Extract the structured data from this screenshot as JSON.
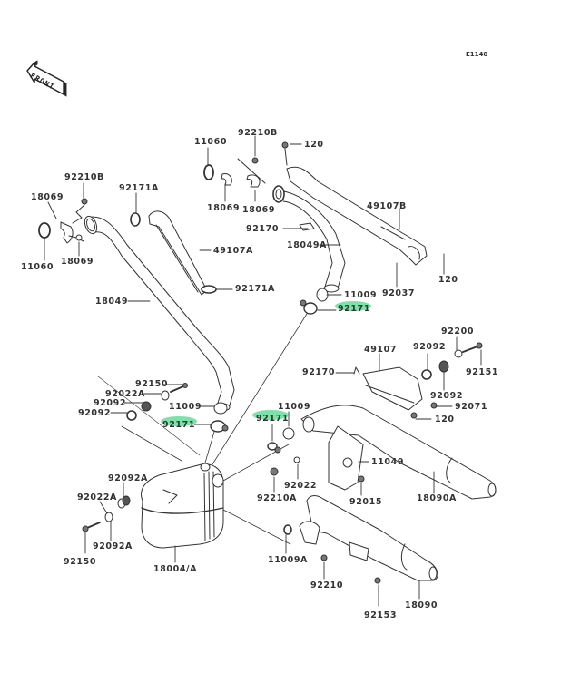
{
  "diagram": {
    "title": "Exhaust system parts diagram",
    "diagram_code": "E1140",
    "front_indicator": "FRONT",
    "highlight_color": "#6fdfa0",
    "line_color": "#333333",
    "parts": [
      {
        "id": "p01",
        "number": "11060"
      },
      {
        "id": "p02",
        "number": "92210B"
      },
      {
        "id": "p03",
        "number": "120"
      },
      {
        "id": "p04",
        "number": "92210B"
      },
      {
        "id": "p05",
        "number": "18069"
      },
      {
        "id": "p06",
        "number": "92171A"
      },
      {
        "id": "p07",
        "number": "18069"
      },
      {
        "id": "p08",
        "number": "18069"
      },
      {
        "id": "p09",
        "number": "49107B"
      },
      {
        "id": "p10",
        "number": "11060"
      },
      {
        "id": "p11",
        "number": "18069"
      },
      {
        "id": "p12",
        "number": "92170"
      },
      {
        "id": "p13",
        "number": "49107A"
      },
      {
        "id": "p14",
        "number": "18049A"
      },
      {
        "id": "p15",
        "number": "120"
      },
      {
        "id": "p16",
        "number": "92037"
      },
      {
        "id": "p17",
        "number": "92171A"
      },
      {
        "id": "p18",
        "number": "18049"
      },
      {
        "id": "p19",
        "number": "11009"
      },
      {
        "id": "p20",
        "number": "92171",
        "highlighted": true
      },
      {
        "id": "p21",
        "number": "92200"
      },
      {
        "id": "p22",
        "number": "49107"
      },
      {
        "id": "p23",
        "number": "92092"
      },
      {
        "id": "p24",
        "number": "92151"
      },
      {
        "id": "p25",
        "number": "92170"
      },
      {
        "id": "p26",
        "number": "92150"
      },
      {
        "id": "p27",
        "number": "92092"
      },
      {
        "id": "p28",
        "number": "92022A"
      },
      {
        "id": "p29",
        "number": "92071"
      },
      {
        "id": "p30",
        "number": "92092"
      },
      {
        "id": "p31",
        "number": "11009"
      },
      {
        "id": "p32",
        "number": "11009"
      },
      {
        "id": "p33",
        "number": "120"
      },
      {
        "id": "p34",
        "number": "92092"
      },
      {
        "id": "p35",
        "number": "92171",
        "highlighted": true
      },
      {
        "id": "p36",
        "number": "92171",
        "highlighted": true
      },
      {
        "id": "p37",
        "number": "11049"
      },
      {
        "id": "p38",
        "number": "92022"
      },
      {
        "id": "p39",
        "number": "92092A"
      },
      {
        "id": "p40",
        "number": "92210A"
      },
      {
        "id": "p41",
        "number": "92015"
      },
      {
        "id": "p42",
        "number": "18090A"
      },
      {
        "id": "p43",
        "number": "92022A"
      },
      {
        "id": "p44",
        "number": "92092A"
      },
      {
        "id": "p45",
        "number": "18004/A"
      },
      {
        "id": "p46",
        "number": "92150"
      },
      {
        "id": "p47",
        "number": "11009A"
      },
      {
        "id": "p48",
        "number": "92210"
      },
      {
        "id": "p49",
        "number": "92153"
      },
      {
        "id": "p50",
        "number": "18090"
      }
    ]
  }
}
